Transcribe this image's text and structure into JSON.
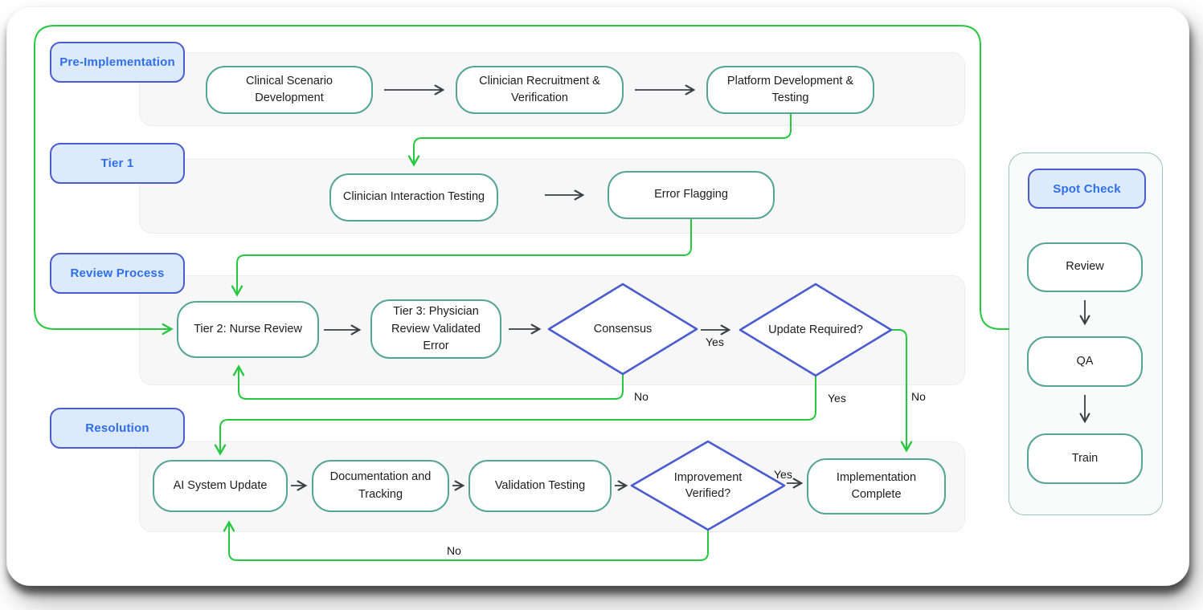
{
  "stages": {
    "pre_implementation": "Pre-Implementation",
    "tier1": "Tier 1",
    "review_process": "Review Process",
    "resolution": "Resolution",
    "spot_check": "Spot Check"
  },
  "nodes": {
    "clinical_scenario_development": "Clinical  Scenario Development",
    "clinician_recruitment": "Clinician Recruitment & Verification",
    "platform_development": "Platform Development & Testing",
    "clinician_interaction_testing": "Clinician Interaction Testing",
    "error_flagging": "Error Flagging",
    "tier2_nurse_review": "Tier 2: Nurse Review",
    "tier3_physician_review": "Tier 3: Physician Review Validated Error",
    "consensus": "Consensus",
    "update_required": "Update Required?",
    "ai_system_update": "AI System Update",
    "documentation_tracking": "Documentation and Tracking",
    "validation_testing": "Validation Testing",
    "improvement_verified": "Improvement Verified?",
    "implementation_complete": "Implementation Complete",
    "review": "Review",
    "qa": "QA",
    "train": "Train"
  },
  "edge_labels": {
    "consensus_yes": "Yes",
    "consensus_no": "No",
    "update_yes": "Yes",
    "update_no": "No",
    "improvement_yes": "Yes",
    "improvement_no": "No"
  },
  "colors": {
    "process_border": "#55a496",
    "decision_border": "#4a5cd0",
    "stage_border": "#4a5cd0",
    "stage_fill": "#ddeafb",
    "stage_text": "#2e6fe8",
    "connector_green": "#27c840",
    "connector_dark": "#3a3f44",
    "strip_fill": "#f7f7f8"
  }
}
